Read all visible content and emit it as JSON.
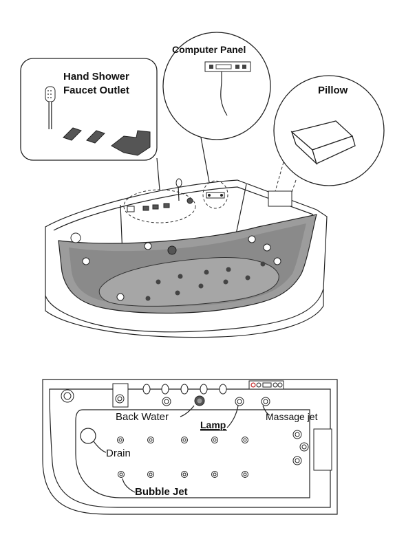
{
  "callouts": {
    "hand_shower": "Hand Shower",
    "faucet_outlet": "Faucet  Outlet",
    "computer_panel": "Computer Panel",
    "pillow": "Pillow"
  },
  "plan_labels": {
    "back_water": "Back Water",
    "lamp": "Lamp",
    "massage_jet": "Massage jet",
    "drain": "Drain",
    "bubble_jet": "Bubble Jet"
  },
  "icons": [
    "hand-shower-icon",
    "faucet-outlet-icon",
    "computer-panel-icon",
    "pillow-icon",
    "jet-icon",
    "drain-icon",
    "lamp-icon"
  ],
  "colors": {
    "line": "#222222",
    "glass": "#9a9a9a",
    "glass_dark": "#7e7e7e",
    "background": "#ffffff"
  }
}
